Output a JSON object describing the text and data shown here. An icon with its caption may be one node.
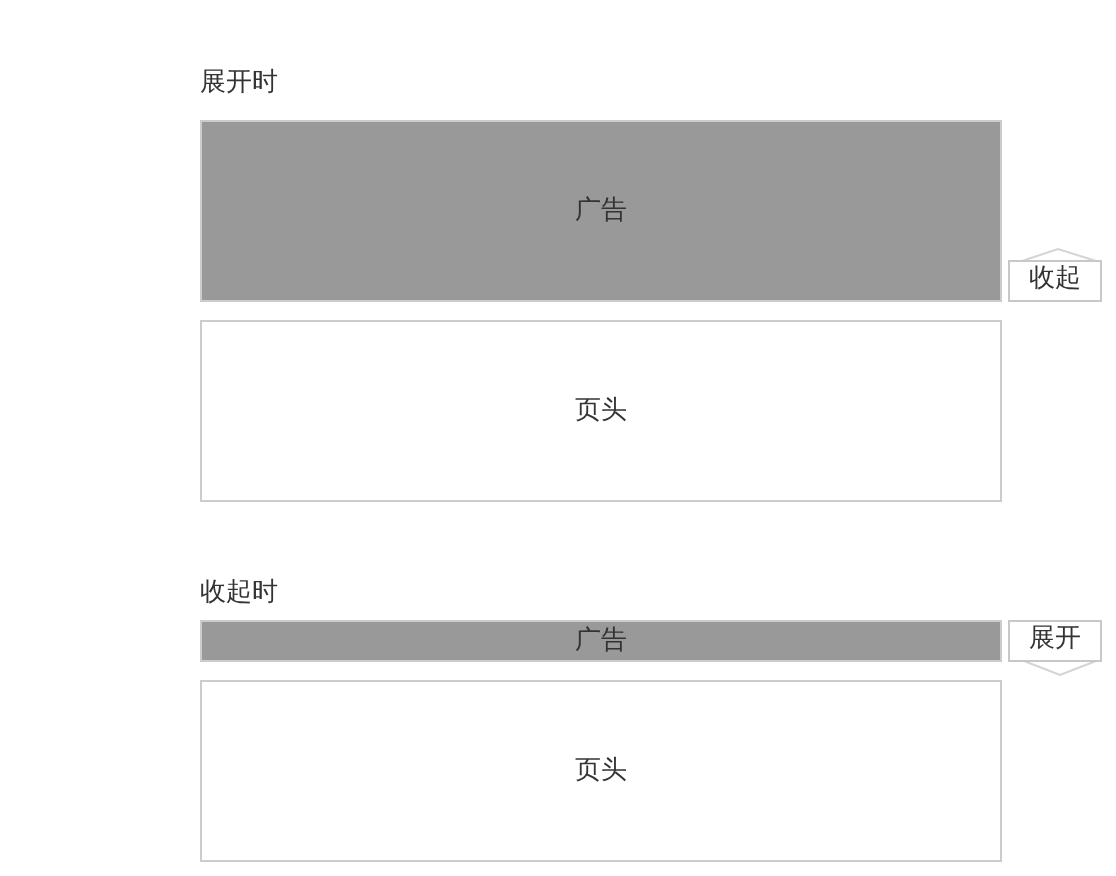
{
  "diagram": {
    "nodes": [
      {
        "text": [
          "广告"
        ]
      },
      {
        "text": [
          "页头"
        ]
      },
      {
        "text": [
          "收起"
        ]
      },
      {
        "text": [
          "广告"
        ]
      },
      {
        "text": [
          "页头"
        ]
      },
      {
        "text": [
          "展开"
        ]
      }
    ],
    "labels": [
      "展开时",
      "收起时"
    ]
  }
}
